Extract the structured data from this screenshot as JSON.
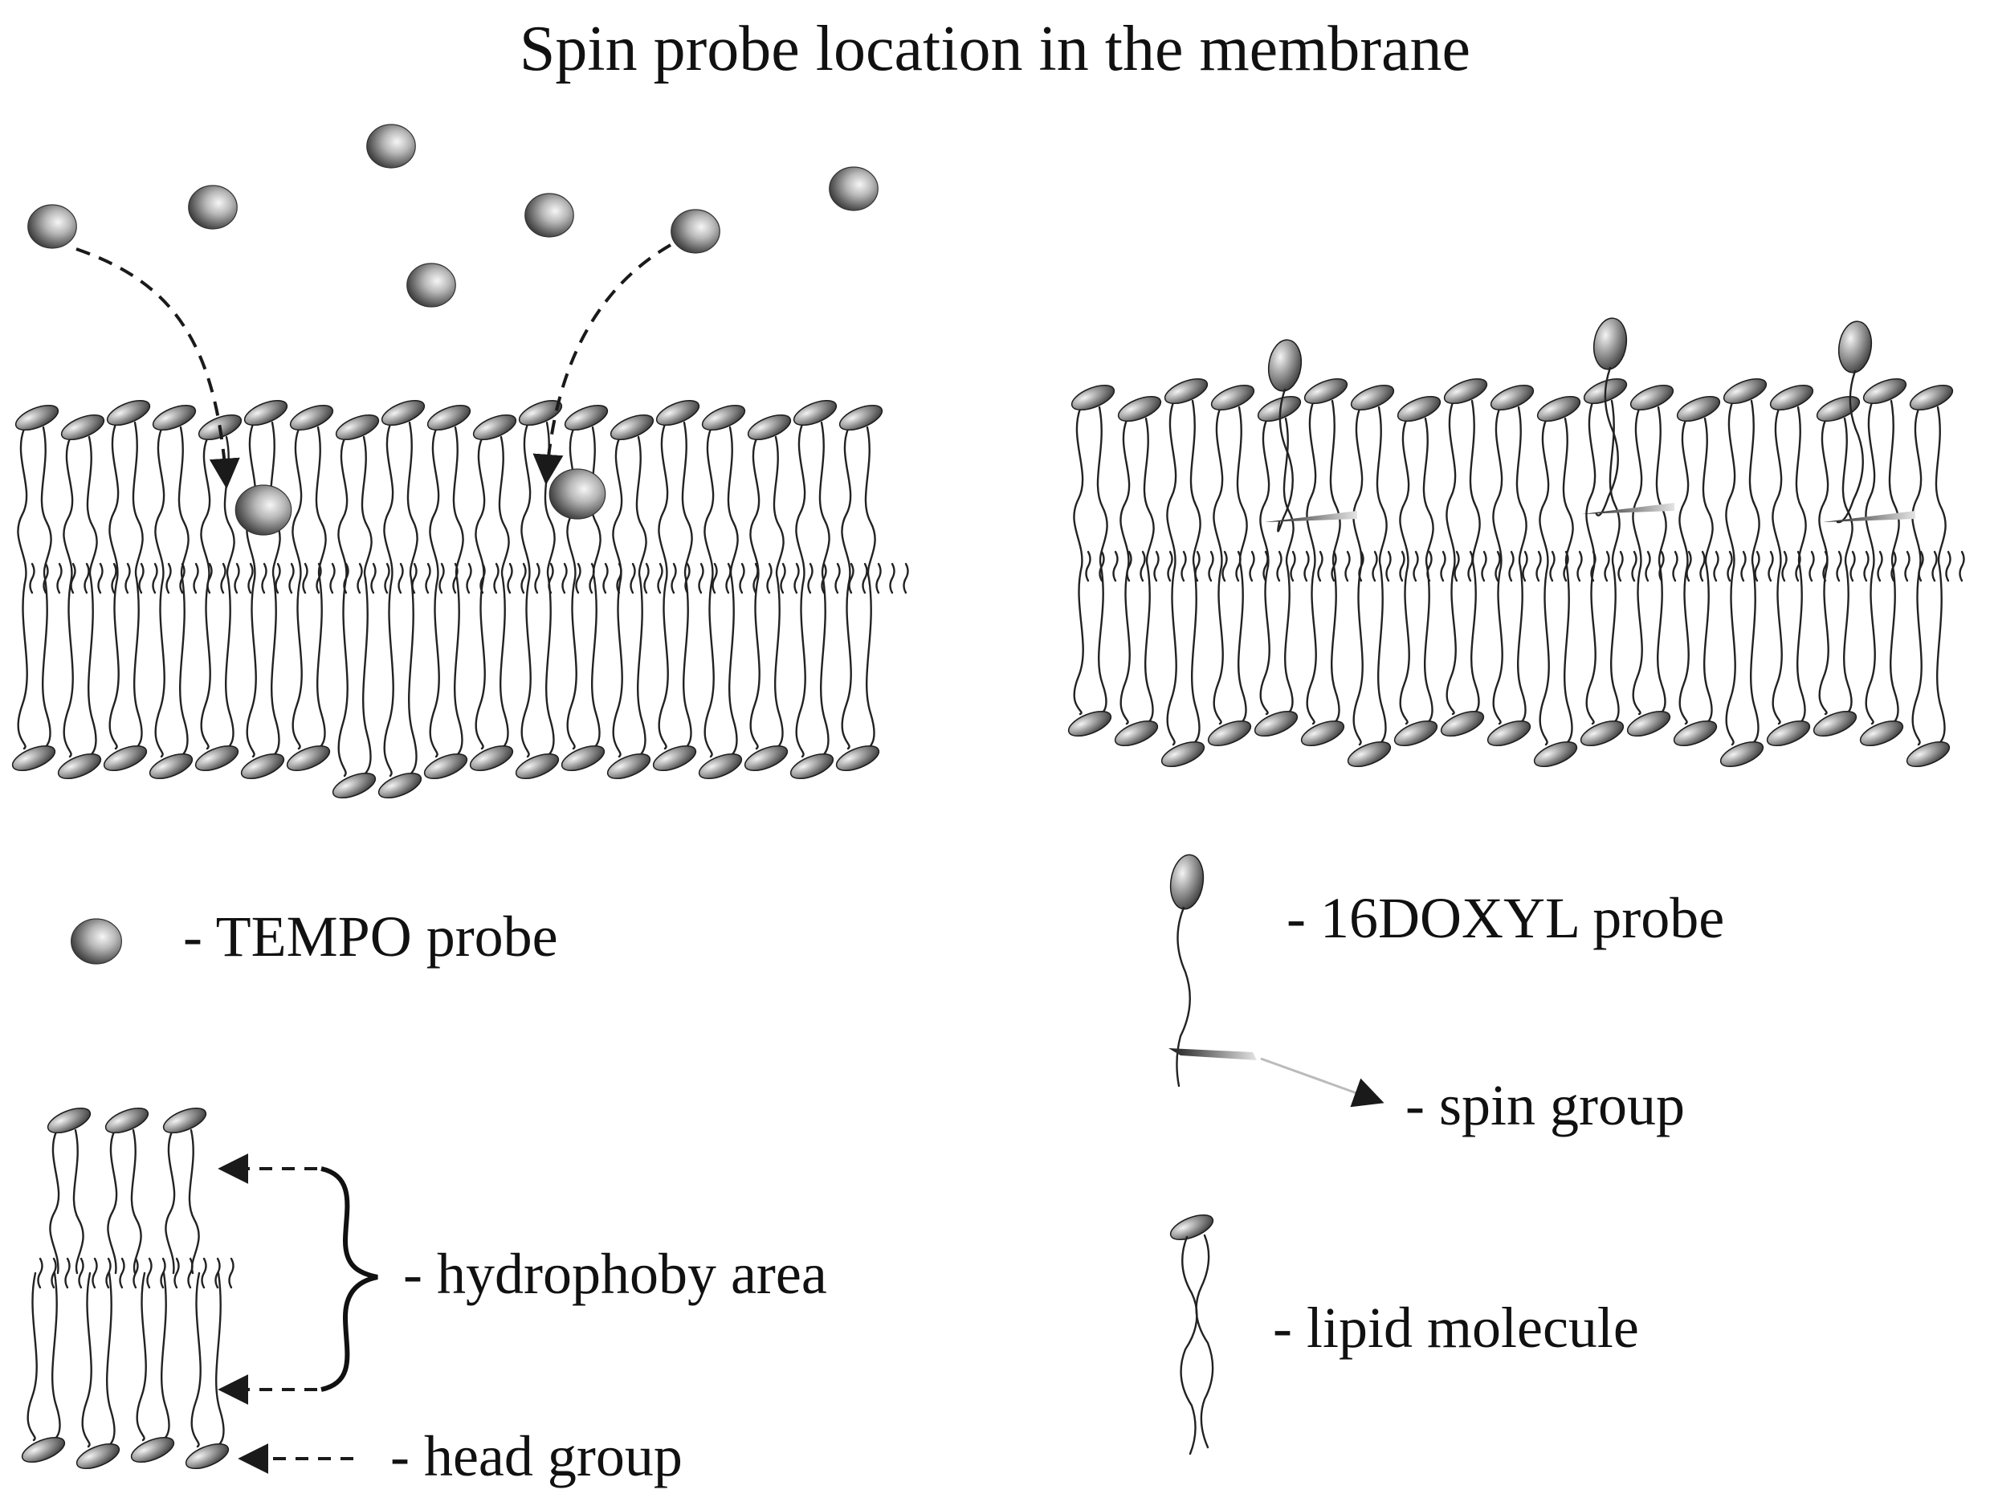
{
  "title": "Spin probe location in the membrane",
  "legend": {
    "tempo": "- TEMPO probe",
    "doxyl": "- 16DOXYL probe",
    "spin": "- spin group",
    "hydrophoby": "- hydrophoby area",
    "lipid": "- lipid molecule",
    "head": "- head group"
  },
  "colors": {
    "ink": "#1a1a1a",
    "head_dark": "#3a3a3a",
    "head_light": "#eeeeee",
    "line": "#222222"
  }
}
